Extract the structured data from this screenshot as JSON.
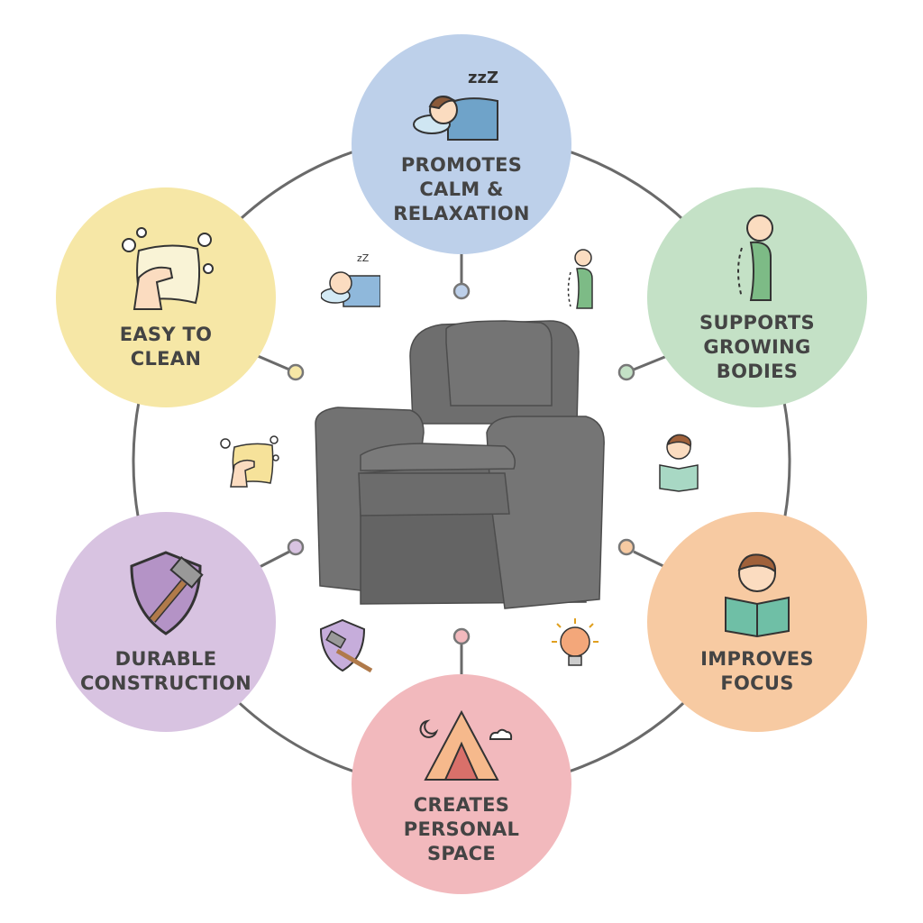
{
  "title": "Kids Recliner Benefits",
  "colors": {
    "blue": "#bdd0ea",
    "green": "#c4e1c6",
    "orange": "#f7caa2",
    "pink": "#f2b9bd",
    "purple": "#d8c3e1",
    "yellow": "#f6e7a6",
    "ring": "#666666",
    "chair": "#6b6b6b"
  },
  "benefits": [
    {
      "label_lines": [
        "PROMOTES",
        "CALM &",
        "RELAXATION"
      ],
      "icon": "sleeping-child-icon"
    },
    {
      "label_lines": [
        "SUPPORTS",
        "GROWING",
        "BODIES"
      ],
      "icon": "posture-icon"
    },
    {
      "label_lines": [
        "IMPROVES",
        "FOCUS"
      ],
      "icon": "reading-child-icon"
    },
    {
      "label_lines": [
        "CREATES",
        "PERSONAL",
        "SPACE"
      ],
      "icon": "teepee-icon"
    },
    {
      "label_lines": [
        "DURABLE",
        "CONSTRUCTION"
      ],
      "icon": "shield-hammer-icon"
    },
    {
      "label_lines": [
        "EASY TO",
        "CLEAN"
      ],
      "icon": "cleaning-cloth-icon"
    }
  ],
  "center": {
    "icon": "recliner-chair-image"
  }
}
